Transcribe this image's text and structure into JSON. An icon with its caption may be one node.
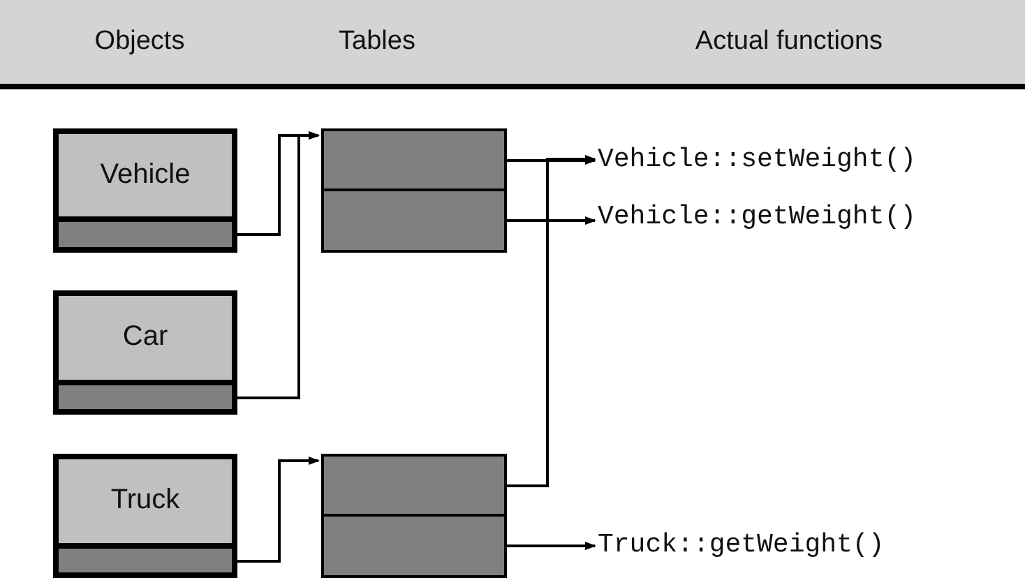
{
  "diagram": {
    "nodes": [
      {
        "text": [
          "Vehicle"
        ]
      },
      {
        "text": [],
        "shape": "box",
        "in": 0
      },
      {
        "text": [
          "Car"
        ]
      },
      {
        "text": [],
        "shape": "box",
        "in": 2
      },
      {
        "text": [
          "Truck"
        ]
      },
      {
        "text": [],
        "shape": "box",
        "in": 4
      },
      {
        "text": [],
        "shape": "box"
      },
      {
        "text": [],
        "shape": "box",
        "in": 6
      },
      {
        "text": [],
        "shape": "box",
        "in": 6
      },
      {
        "text": [],
        "shape": "box"
      },
      {
        "text": [],
        "shape": "box",
        "in": 9
      },
      {
        "text": [],
        "shape": "box",
        "in": 9
      },
      {
        "text": [
          "Vehicle::setWeight()"
        ]
      },
      {
        "text": [
          "Vehicle::getWeight()"
        ]
      },
      {
        "text": [
          "Truck::getWeight()"
        ]
      }
    ],
    "edges": [
      {
        "from": 1,
        "to": 6,
        "arrow": "to"
      },
      {
        "from": 3,
        "to": 6,
        "arrow": "to"
      },
      {
        "from": 5,
        "to": 9,
        "arrow": "to"
      },
      {
        "from": 7,
        "to": 12,
        "arrow": "to"
      },
      {
        "from": 8,
        "to": 13,
        "arrow": "to"
      },
      {
        "from": 10,
        "to": 12,
        "arrow": "to"
      },
      {
        "from": 11,
        "to": 14,
        "arrow": "to"
      }
    ],
    "labels": [
      "Objects",
      "Tables",
      "Actual functions"
    ]
  }
}
